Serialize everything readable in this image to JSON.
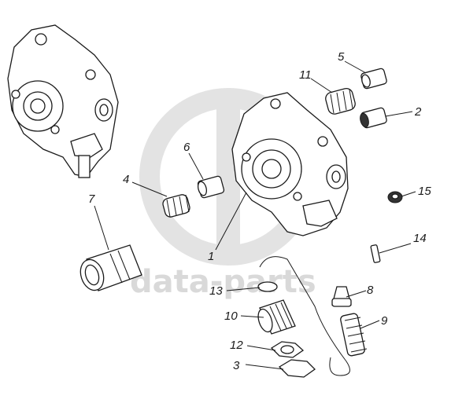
{
  "watermark": {
    "text": "data-parts",
    "color": "#d9d9d9"
  },
  "callouts": [
    {
      "id": "1",
      "label": "1"
    },
    {
      "id": "2",
      "label": "2"
    },
    {
      "id": "3",
      "label": "3"
    },
    {
      "id": "4",
      "label": "4"
    },
    {
      "id": "5",
      "label": "5"
    },
    {
      "id": "6",
      "label": "6"
    },
    {
      "id": "7",
      "label": "7"
    },
    {
      "id": "8",
      "label": "8"
    },
    {
      "id": "9",
      "label": "9"
    },
    {
      "id": "10",
      "label": "10"
    },
    {
      "id": "11",
      "label": "11"
    },
    {
      "id": "12",
      "label": "12"
    },
    {
      "id": "13",
      "label": "13"
    },
    {
      "id": "14",
      "label": "14"
    },
    {
      "id": "15",
      "label": "15"
    }
  ]
}
